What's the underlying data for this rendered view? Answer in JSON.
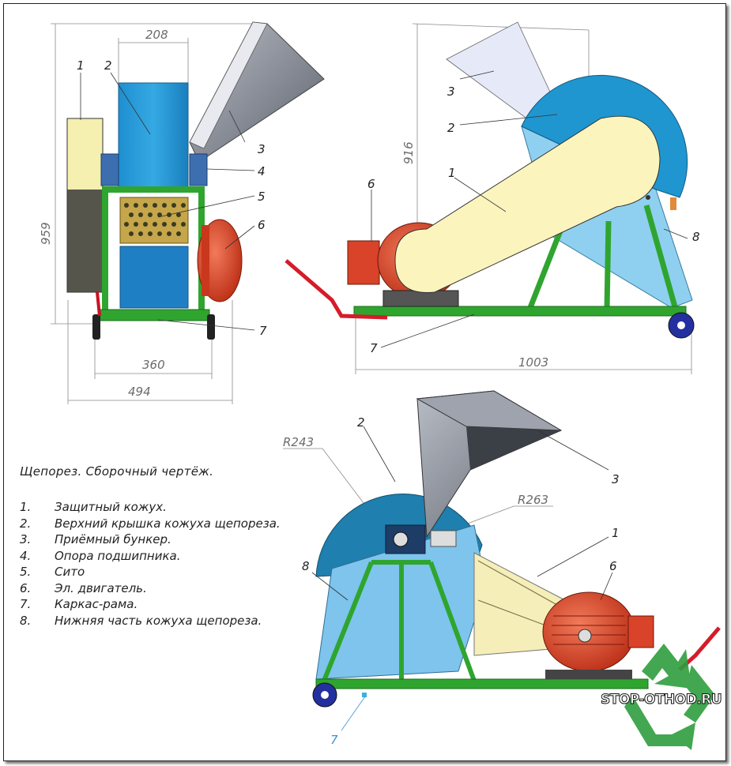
{
  "legend": {
    "title": "Щепорез. Сборочный чертёж.",
    "items": [
      {
        "num": "1.",
        "text": "Защитный кожух."
      },
      {
        "num": "2.",
        "text": "Верхний крышка кожуха щепореза."
      },
      {
        "num": "3.",
        "text": "Приёмный бункер."
      },
      {
        "num": "4.",
        "text": "Опора подшипника."
      },
      {
        "num": "5.",
        "text": "Сито"
      },
      {
        "num": "6.",
        "text": "Эл. двигатель."
      },
      {
        "num": "7.",
        "text": "Каркас-рама."
      },
      {
        "num": "8.",
        "text": "Нижняя часть кожуха щепореза."
      }
    ]
  },
  "dimensions": {
    "front_top": "208",
    "front_height": "959",
    "front_base_inner": "360",
    "front_base_outer": "494",
    "side_height": "916",
    "side_length": "1003",
    "radius_inner": "R243",
    "radius_outer": "R263"
  },
  "callouts": {
    "front": [
      "1",
      "2",
      "3",
      "4",
      "5",
      "6",
      "7"
    ],
    "side": [
      "3",
      "2",
      "1",
      "6",
      "8",
      "7"
    ],
    "iso": [
      "2",
      "3",
      "1",
      "6",
      "8",
      "7"
    ]
  },
  "watermark": {
    "text": "STOP-OTHOD.RU",
    "icon": "recycle-icon"
  },
  "colors": {
    "frame_green": "#2fa52f",
    "hopper_gray": "#8a8f99",
    "housing_blue": "#2aa0d8",
    "lower_housing": "#8fd0f0",
    "guard_yellow": "#f8f0b0",
    "motor_red": "#d8432a",
    "recycle_green": "#2e9e3e"
  }
}
